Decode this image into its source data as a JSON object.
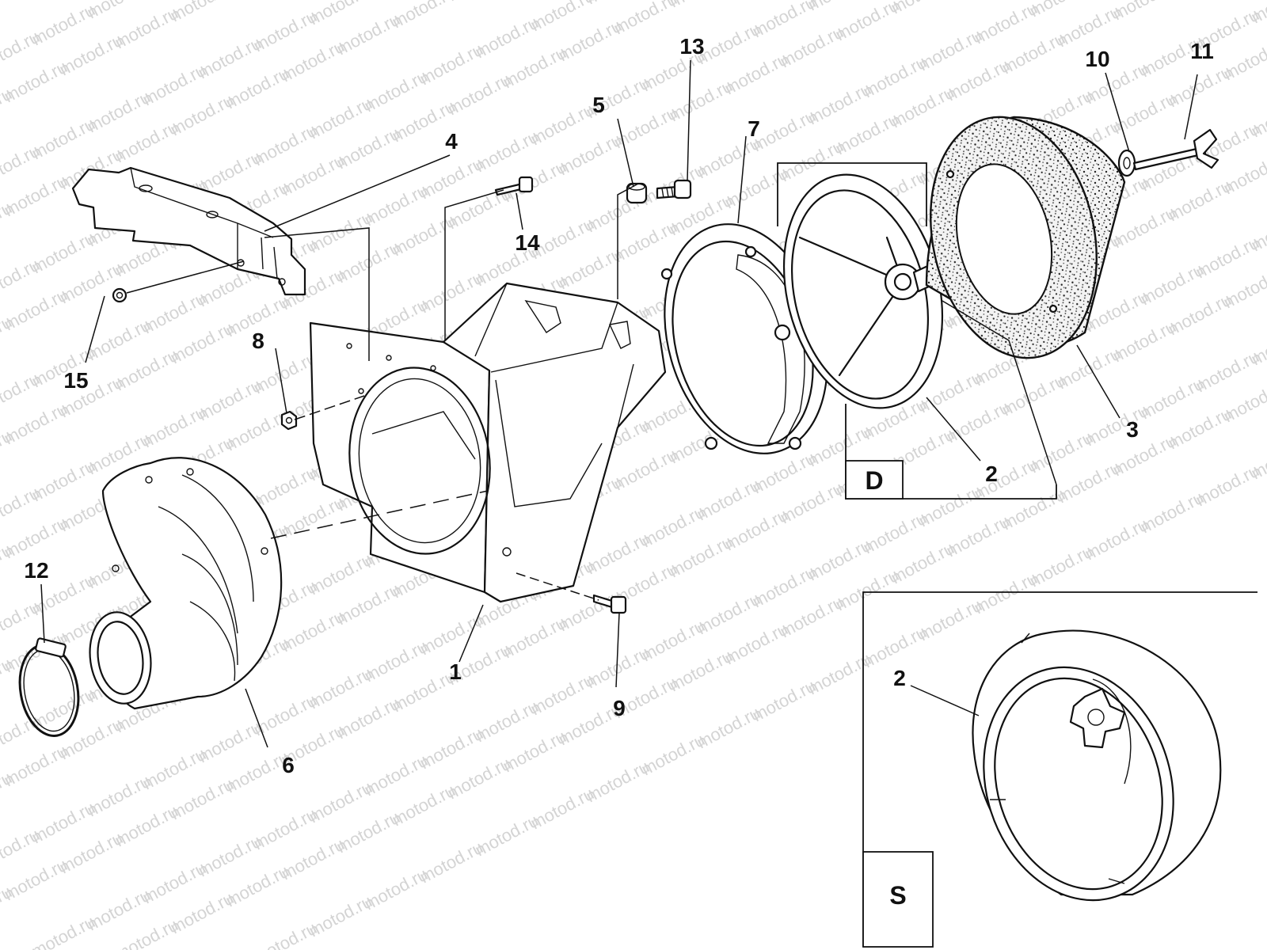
{
  "watermark": "motod.ru",
  "parts": [
    {
      "id": "p1",
      "label": "1",
      "name": "fan-housing"
    },
    {
      "id": "p2a",
      "label": "2",
      "name": "filter-holder-plate"
    },
    {
      "id": "p2b",
      "label": "2",
      "name": "filter-holder-plate"
    },
    {
      "id": "p3",
      "label": "3",
      "name": "foam-filter-element"
    },
    {
      "id": "p4",
      "label": "4",
      "name": "heat-shield"
    },
    {
      "id": "p5",
      "label": "5",
      "name": "spacer"
    },
    {
      "id": "p6",
      "label": "6",
      "name": "intake-duct"
    },
    {
      "id": "p7",
      "label": "7",
      "name": "gasket-plate"
    },
    {
      "id": "p8",
      "label": "8",
      "name": "nut"
    },
    {
      "id": "p9",
      "label": "9",
      "name": "bolt"
    },
    {
      "id": "p10",
      "label": "10",
      "name": "washer"
    },
    {
      "id": "p11",
      "label": "11",
      "name": "wing-bolt"
    },
    {
      "id": "p12",
      "label": "12",
      "name": "hose-clamp"
    },
    {
      "id": "p13",
      "label": "13",
      "name": "screw"
    },
    {
      "id": "p14",
      "label": "14",
      "name": "stud-bolt"
    },
    {
      "id": "p15",
      "label": "15",
      "name": "nut"
    }
  ],
  "variant_boxes": [
    {
      "id": "D",
      "label": "D"
    },
    {
      "id": "S",
      "label": "S"
    }
  ]
}
